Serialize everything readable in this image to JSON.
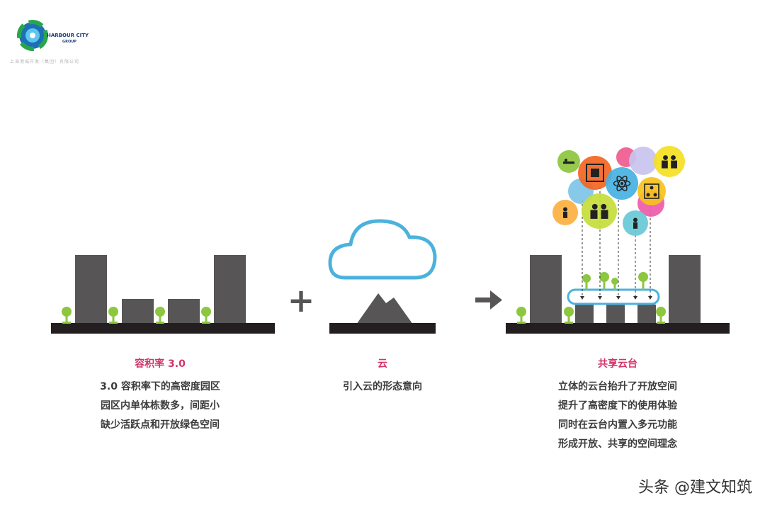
{
  "logo": {
    "name": "HARBOUR CITY GROUP",
    "tagline": "上海港城开发（集团）有限公司"
  },
  "panels": [
    {
      "title": "容积率 3.0",
      "lines": [
        "3.0 容积率下的高密度园区",
        "园区内单体栋数多，间距小",
        "缺少活跃点和开放绿色空间"
      ]
    },
    {
      "title": "云",
      "lines": [
        "引入云的形态意向"
      ]
    },
    {
      "title": "共享云台",
      "lines": [
        "立体的云台抬升了开放空间",
        "提升了高密度下的使用体验",
        "同时在云台内置入多元功能",
        "形成开放、共享的空间理念"
      ]
    }
  ],
  "operators": {
    "plus": "+",
    "arrow": "→"
  },
  "bubbles": [
    {
      "icon": "bed-icon",
      "color": "#8cc63f"
    },
    {
      "icon": "chip-icon",
      "color": "#f26522"
    },
    {
      "icon": "blank-icon",
      "color": "#c9c3ef"
    },
    {
      "icon": "meeting-icon",
      "color": "#f4e01f"
    },
    {
      "icon": "blank-icon",
      "color": "#7ec3e6"
    },
    {
      "icon": "atom-icon",
      "color": "#46b1e2"
    },
    {
      "icon": "network-icon",
      "color": "#f6c21c"
    },
    {
      "icon": "blank-icon",
      "color": "#ee5aa9"
    },
    {
      "icon": "blank-icon",
      "color": "#ee5b8f"
    },
    {
      "icon": "person-icon",
      "color": "#fbb040"
    },
    {
      "icon": "conversation-icon",
      "color": "#c6dd3a"
    },
    {
      "icon": "reading-icon",
      "color": "#67c9d6"
    }
  ],
  "colors": {
    "building": "#575556",
    "ground": "#231f20",
    "tree": "#8dc63f",
    "cloud_stroke": "#4bb2dd",
    "title": "#d2336a",
    "text": "#3c3c3c"
  },
  "watermark": "头条 @建文知筑"
}
